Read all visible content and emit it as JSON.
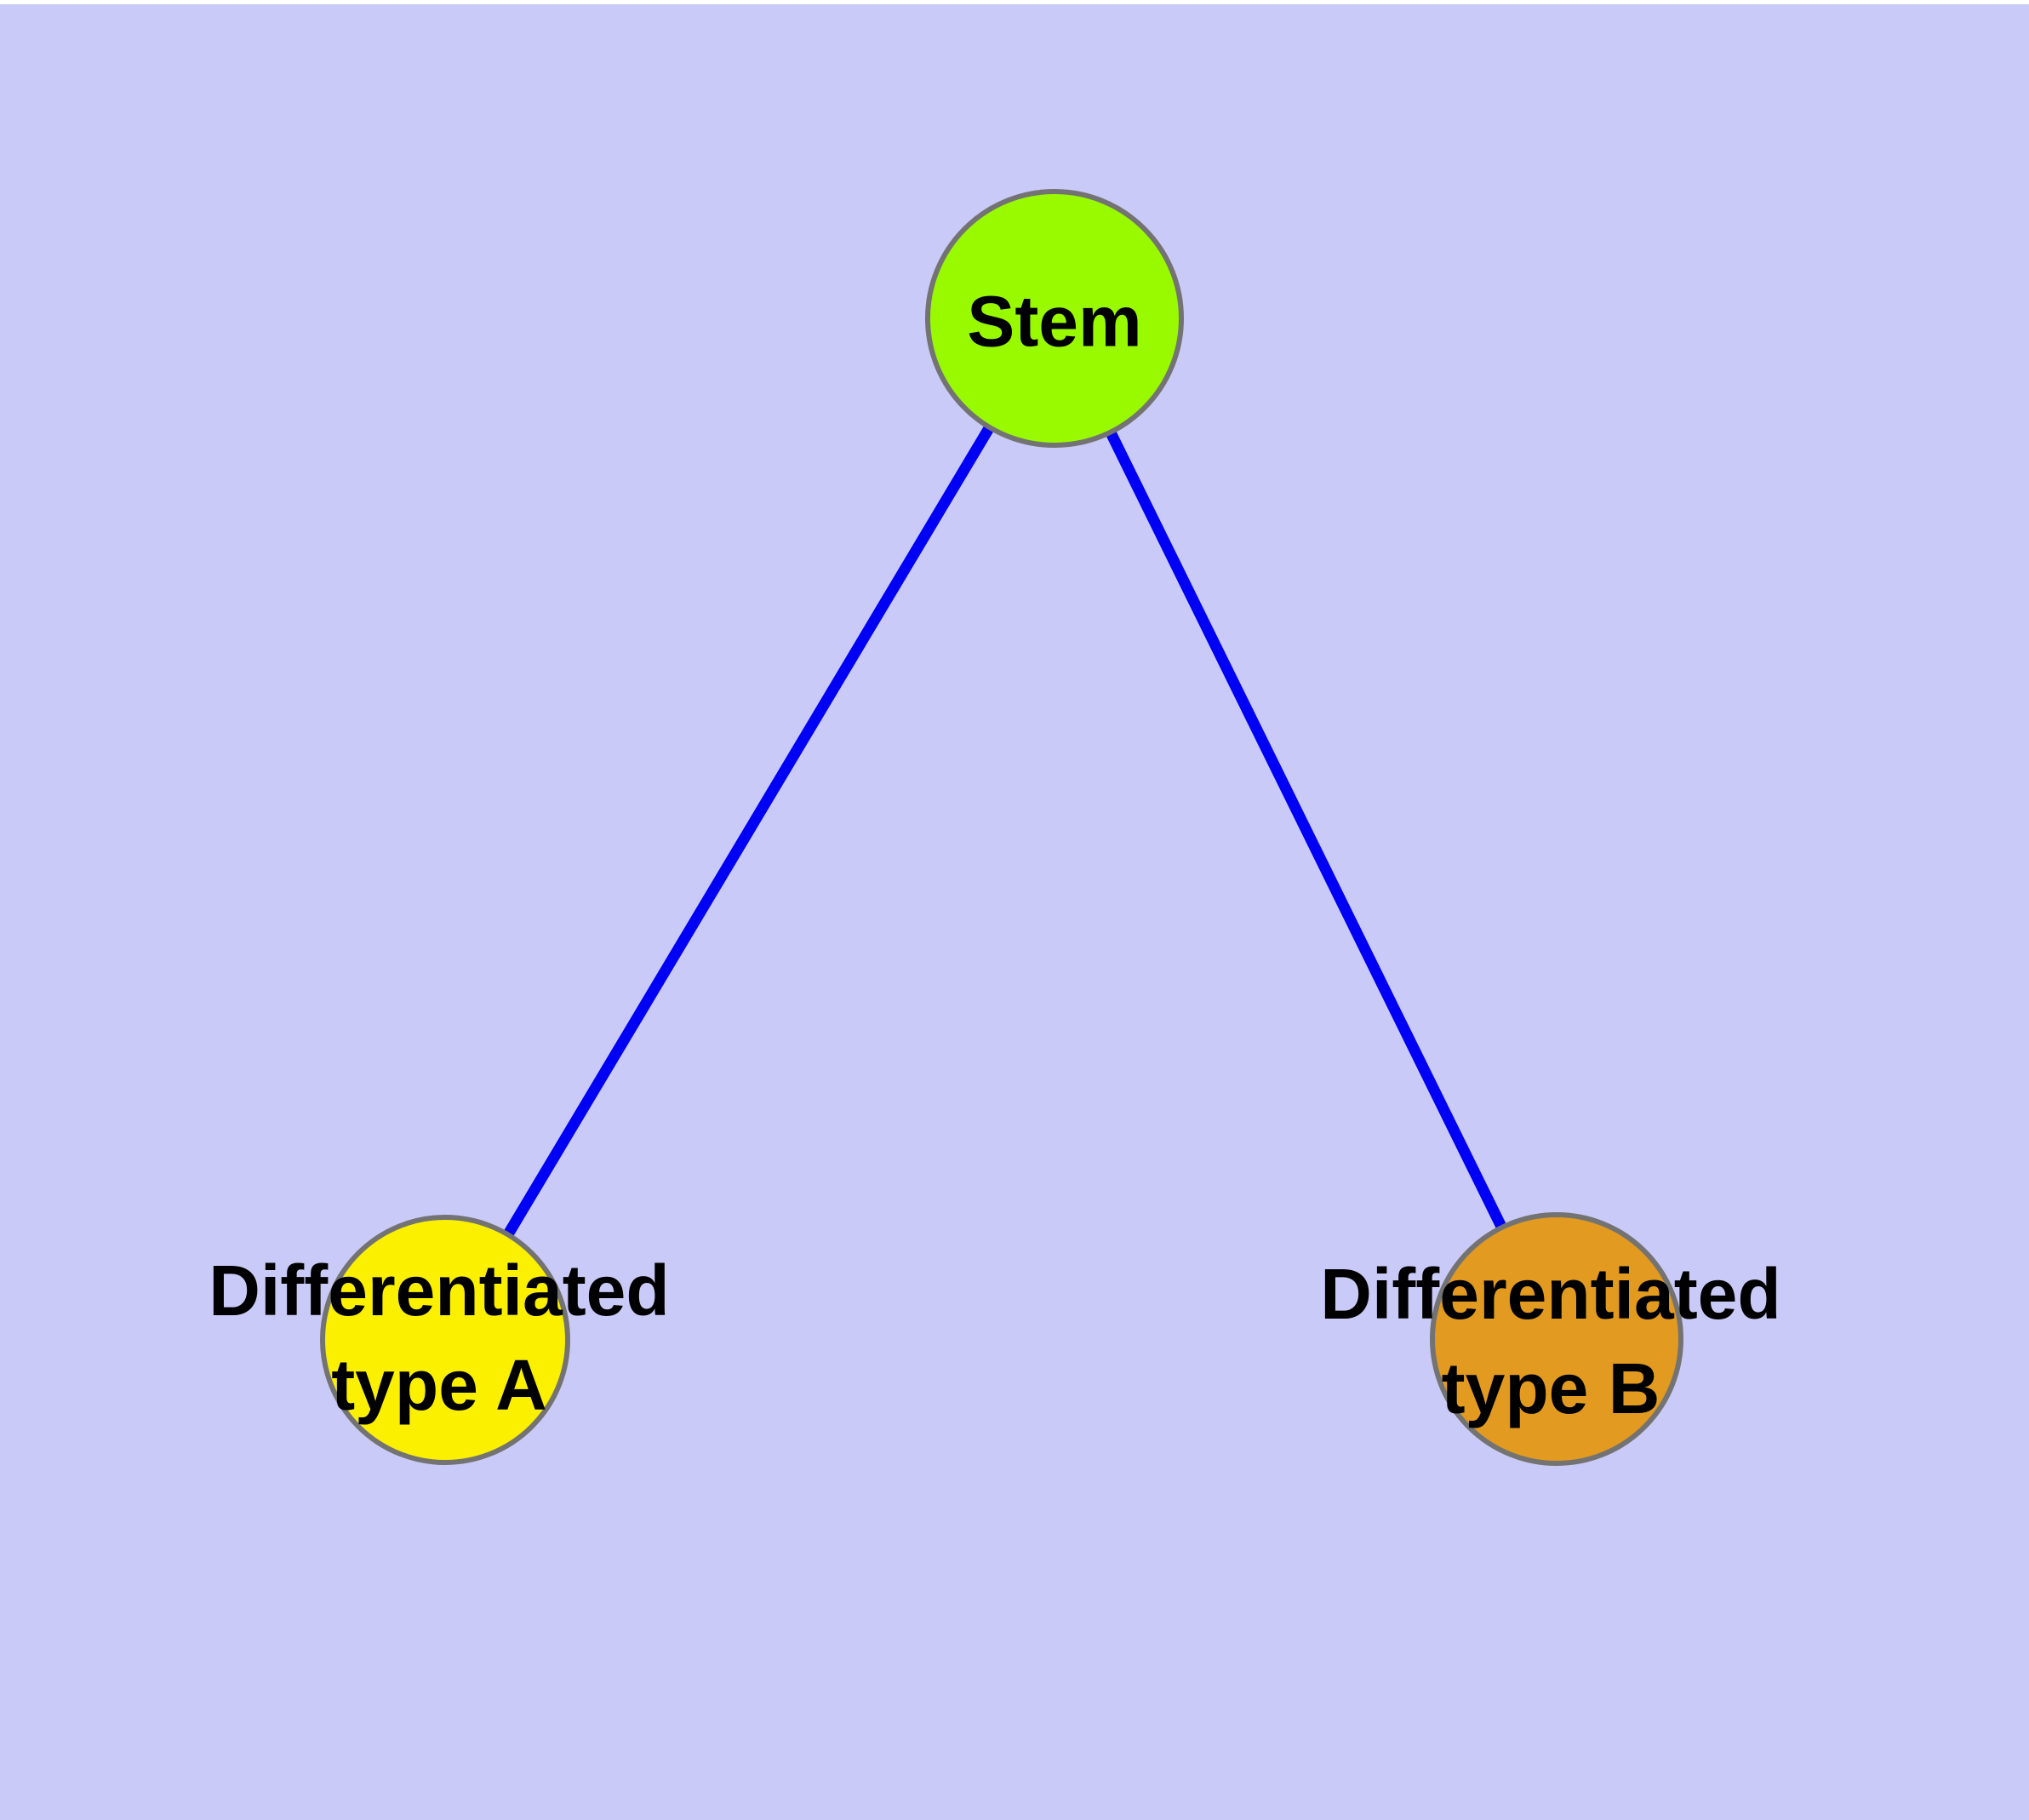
{
  "canvas": {
    "background_color": "#CACAF8",
    "top_margin_color": "#FFFFFF"
  },
  "diagram": {
    "type": "node-link-graph",
    "nodes": [
      {
        "id": "stem",
        "label": "Stem",
        "fill": "#99FA00",
        "border": "#737373",
        "shape": "circle"
      },
      {
        "id": "diff-a",
        "label": "Differentiated\ntype A",
        "fill": "#FAF000",
        "border": "#737373",
        "shape": "circle"
      },
      {
        "id": "diff-b",
        "label": "Differentiated\ntype B",
        "fill": "#E29A20",
        "border": "#737373",
        "shape": "circle"
      }
    ],
    "edges": [
      {
        "from": "stem",
        "to": "diff-a",
        "color": "#0000F5"
      },
      {
        "from": "stem",
        "to": "diff-b",
        "color": "#0000F5"
      }
    ]
  }
}
